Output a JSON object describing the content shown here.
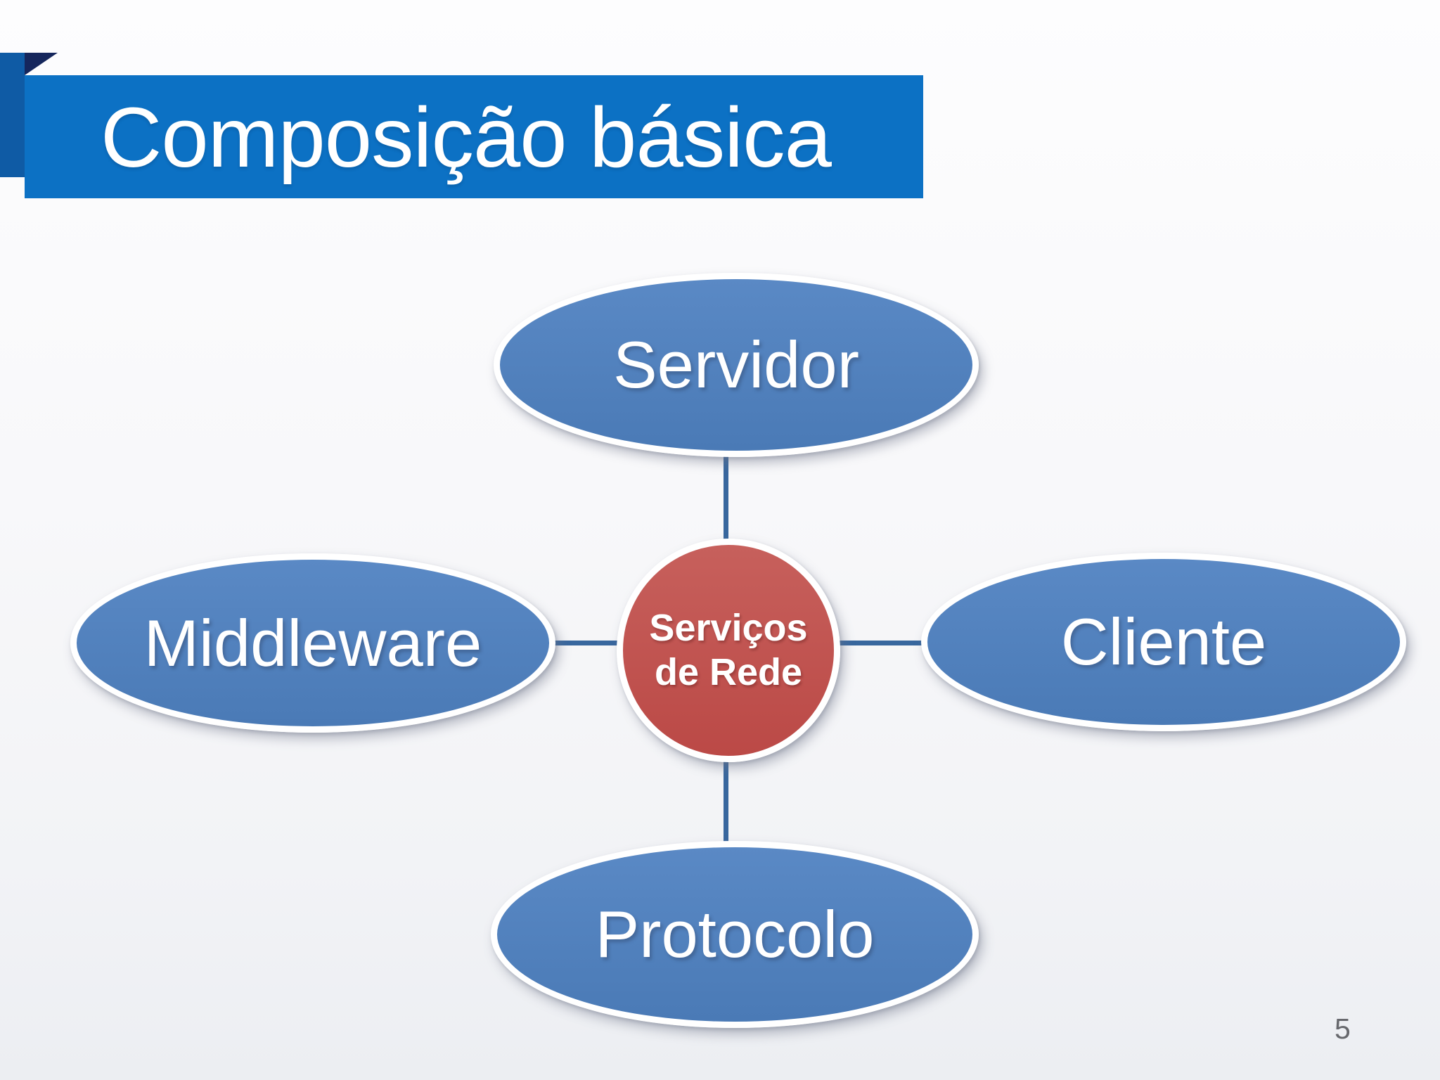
{
  "slide": {
    "page_number": "5"
  },
  "title": {
    "text": "Composição básica"
  },
  "diagram": {
    "type": "radial-hub",
    "center": {
      "label": "Serviços\nde Rede",
      "shape": "circle"
    },
    "nodes": [
      {
        "label": "Servidor",
        "position": "top",
        "shape": "ellipse"
      },
      {
        "label": "Cliente",
        "position": "right",
        "shape": "ellipse"
      },
      {
        "label": "Protocolo",
        "position": "bottom",
        "shape": "ellipse"
      },
      {
        "label": "Middleware",
        "position": "left",
        "shape": "ellipse"
      }
    ]
  },
  "colors": {
    "title_bar": "#0c71c4",
    "ribbon_side": "#0f5ba5",
    "ribbon_fold": "#15265c",
    "node_fill_top": "#5a89c5",
    "node_fill_bottom": "#4a7ab6",
    "center_fill_top": "#c7605c",
    "center_fill_bottom": "#bb4946",
    "connector": "#38679e",
    "page_number": "#67686d",
    "title_text": "#ffffff",
    "node_text": "#ffffff"
  }
}
